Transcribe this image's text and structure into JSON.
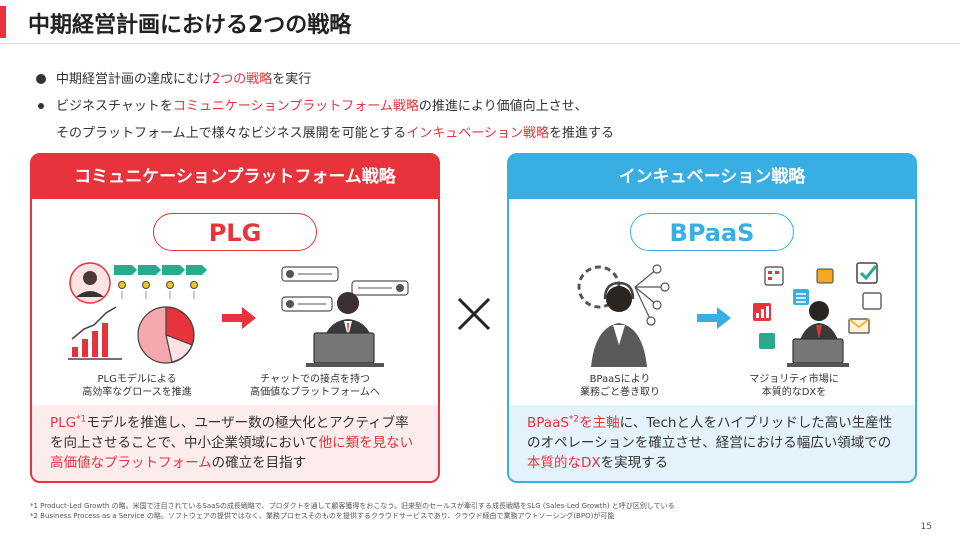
{
  "header": {
    "title": "中期経営計画における2つの戦略"
  },
  "bullets": {
    "b1_pre": "中期経営計画の達成にむけ",
    "b1_hl": "2つの戦略",
    "b1_post": "を実行",
    "b2_pre": "ビジネスチャットを",
    "b2_hl": "コミュニケーションプラットフォーム戦略",
    "b2_post": "の推進により価値向上させ、",
    "b3_pre": "そのプラットフォーム上で様々なビジネス展開を可能とする",
    "b3_hl": "インキュベーション戦略",
    "b3_post": "を推進する"
  },
  "left_panel": {
    "header": "コミュニケーションプラットフォーム戦略",
    "pill": "PLG",
    "cap1_line1": "PLGモデルによる",
    "cap1_line2": "高効率なグロースを推進",
    "cap2_line1": "チャットでの接点を持つ",
    "cap2_line2": "高価値なプラットフォームへ",
    "foot_a": "PLG",
    "foot_sup": "*1",
    "foot_b": "モデルを推進し、ユーザー数の極大化とアクティブ率を向上させることで、中小企業領域において",
    "foot_c": "他に類を見ない高価値なプラットフォーム",
    "foot_d": "の確立を目指す"
  },
  "right_panel": {
    "header": "インキュベーション戦略",
    "pill": "BPaaS",
    "cap1_line1": "BPaaSにより",
    "cap1_line2": "業務ごと巻き取り",
    "cap2_line1": "マジョリティ市場に",
    "cap2_line2": "本質的なDXを",
    "foot_a": "BPaaS",
    "foot_sup": "*2",
    "foot_b": "を主軸",
    "foot_c": "に、Techと人をハイブリッドした高い生産性のオペレーションを確立させ、経営における幅広い領域での",
    "foot_d": "本質的なDX",
    "foot_e": "を実現する"
  },
  "footnotes": {
    "n1": "*1 Product-Led Growth の略。米国で注目されているSaaSの成長戦略で、プロダクトを通して顧客獲得をおこなう。旧来型のセールスが牽引する成長戦略をSLG (Sales-Led Growth) と呼び区別している",
    "n2": "*2 Business Process as a Service の略。ソフトウェアの提供ではなく、業務プロセスそのものを提供するクラウドサービスであり、クラウド経由で業務アウトソーシング(BPO)が可能"
  },
  "page_number": "15",
  "colors": {
    "accent_red": "#e8333c",
    "accent_blue": "#38aee3"
  }
}
